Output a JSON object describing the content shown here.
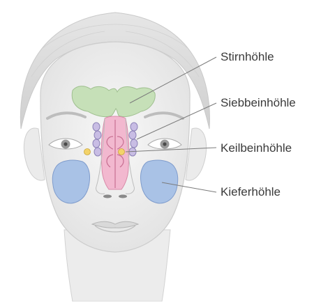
{
  "labels": [
    {
      "text": "Stirnhöhle"
    },
    {
      "text": "Siebbeinhöhle"
    },
    {
      "text": "Keilbeinhöhle"
    },
    {
      "text": "Kieferhöhle"
    }
  ],
  "colors": {
    "frontal_sinus": "#c6e0b8",
    "ethmoid_sinus": "#c8bde4",
    "sphenoid_sinus": "#f3d36a",
    "maxillary_sinus": "#a9c2e6",
    "nasal_cavity": "#f2b8cf",
    "skin": "#f1f1f1",
    "hair": "#dcdcdc",
    "leader_line": "#7a7a7a"
  }
}
